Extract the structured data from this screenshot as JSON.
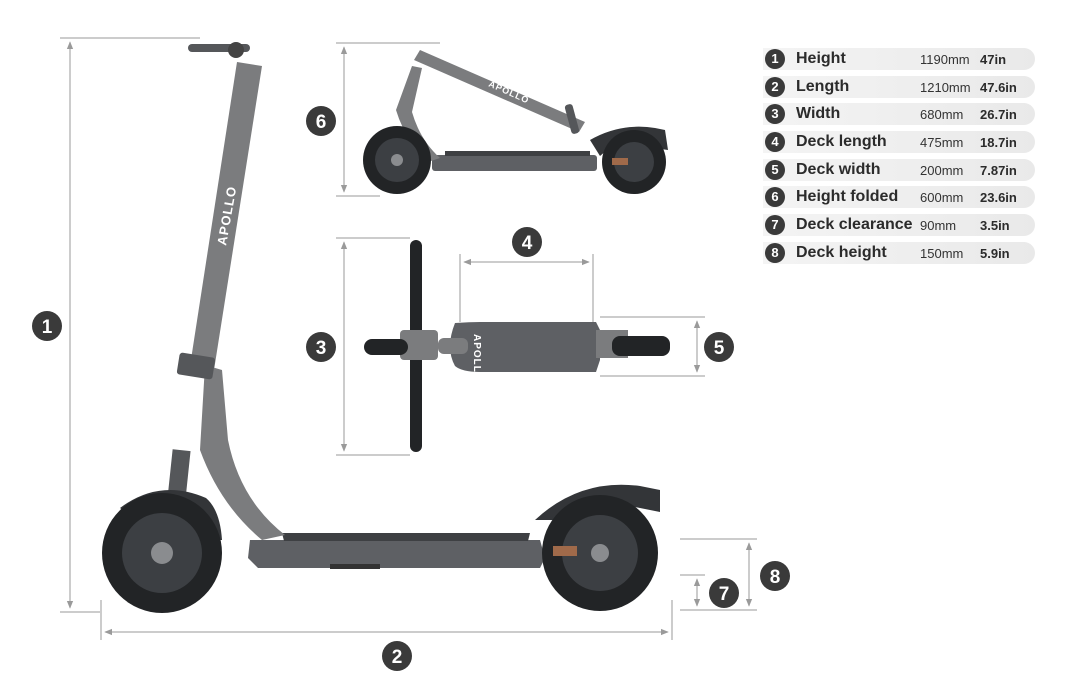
{
  "brand_text": "APOLLO",
  "badges": [
    "1",
    "2",
    "3",
    "4",
    "5",
    "6",
    "7",
    "8"
  ],
  "specs": [
    {
      "num": "1",
      "label": "Height",
      "mm": "1190mm",
      "inches": "47in"
    },
    {
      "num": "2",
      "label": "Length",
      "mm": "1210mm",
      "inches": "47.6in"
    },
    {
      "num": "3",
      "label": "Width",
      "mm": "680mm",
      "inches": "26.7in"
    },
    {
      "num": "4",
      "label": "Deck length",
      "mm": "475mm",
      "inches": "18.7in"
    },
    {
      "num": "5",
      "label": "Deck width",
      "mm": "200mm",
      "inches": "7.87in"
    },
    {
      "num": "6",
      "label": "Height folded",
      "mm": "600mm",
      "inches": "23.6in"
    },
    {
      "num": "7",
      "label": "Deck clearance",
      "mm": "90mm",
      "inches": "3.5in"
    },
    {
      "num": "8",
      "label": "Deck height",
      "mm": "150mm",
      "inches": "5.9in"
    }
  ],
  "colors": {
    "badge": "#3a3a3a",
    "frame": "#7b7c7e",
    "tire": "#222426",
    "dimension_line": "#9a9a9a"
  }
}
